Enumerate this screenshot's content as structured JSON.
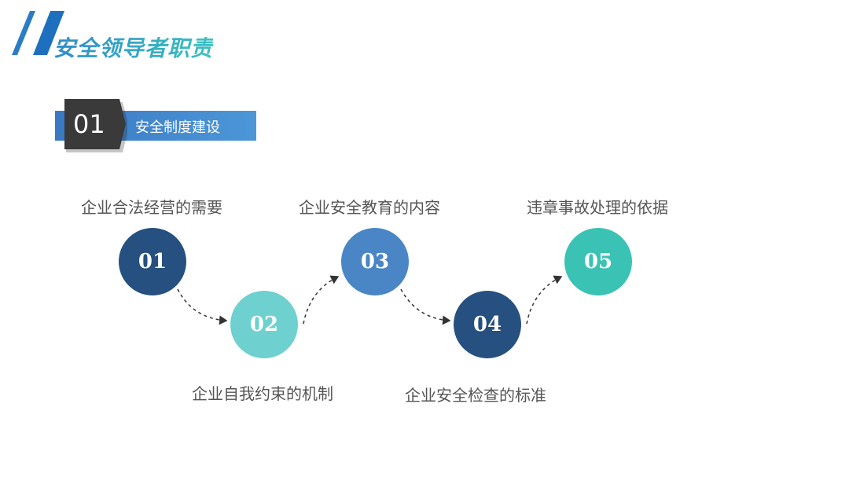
{
  "slide": {
    "title": "安全领导者职责"
  },
  "section": {
    "number": "01",
    "label": "安全制度建设"
  },
  "steps": [
    {
      "num": "01",
      "text": "企业合法经营的需要",
      "color": "#25507f"
    },
    {
      "num": "02",
      "text": "企业自我约束的机制",
      "color": "#6fd0d0"
    },
    {
      "num": "03",
      "text": "企业安全教育的内容",
      "color": "#4a86c6"
    },
    {
      "num": "04",
      "text": "企业安全检查的标准",
      "color": "#25507f"
    },
    {
      "num": "05",
      "text": "违章事故处理的依据",
      "color": "#3ac3b4"
    }
  ]
}
